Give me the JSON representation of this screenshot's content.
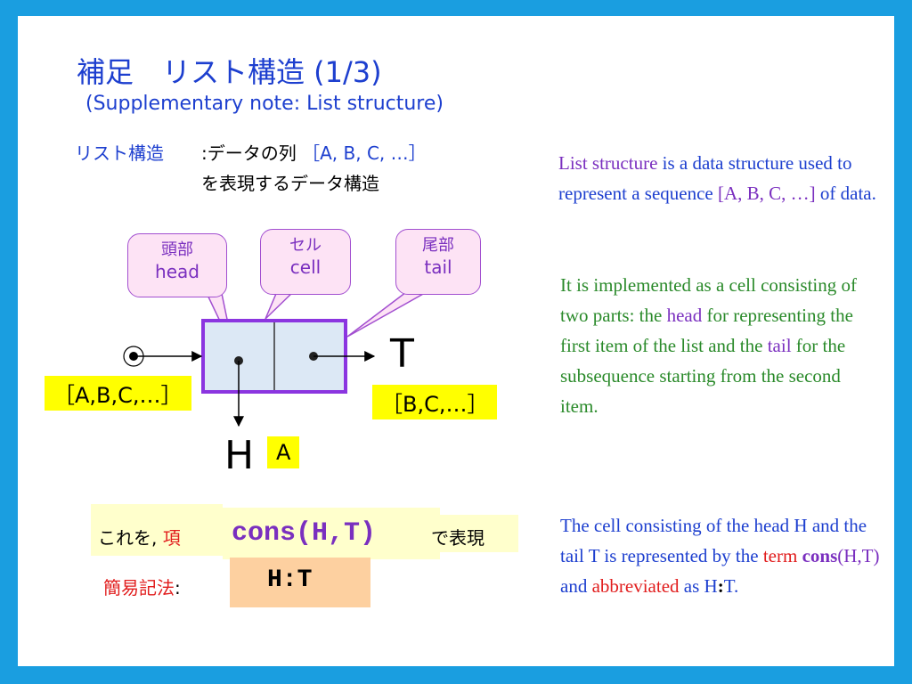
{
  "title": "補足　リスト構造 (1/3)",
  "subtitle": "(Supplementary note: List structure)",
  "definition": {
    "label": "リスト構造",
    "colon": ":",
    "line1_prefix": "データの列",
    "line1_seq": "［A, B, C, …］",
    "line2": "を表現するデータ構造"
  },
  "callouts": {
    "head_jp": "頭部",
    "head_en": "head",
    "cell_jp": "セル",
    "cell_en": "cell",
    "tail_jp": "尾部",
    "tail_en": "tail"
  },
  "diagram": {
    "full_list": "［A,B,C,…］",
    "tail_list": "［B,C,…］",
    "T": "T",
    "H": "H",
    "A": "A"
  },
  "cons": {
    "prefix": "これを,",
    "term": "項",
    "expr": "cons(H,T)",
    "suffix": "で表現",
    "short_label": "簡易記法",
    "short_colon": ":",
    "short_expr": "H:T"
  },
  "english": {
    "p1": {
      "a": "List structure",
      "b": " is a data structure used to represent a sequence ",
      "c": "[A, B, C, …]",
      "d": " of data."
    },
    "p2": {
      "a": "It is implemented as a cell consisting of two parts: the ",
      "head": "head",
      "b": " for representing the first item of the list and the ",
      "tail": "tail",
      "c": " for the subsequence starting from the second item."
    },
    "p3": {
      "a": "The cell consisting of the head H and the tail T is represented by the ",
      "term": "term",
      "sp": " ",
      "cons": "cons",
      "paren": "(H,T)",
      "and": " and ",
      "abbr": "abbreviated",
      "as": " as H",
      "colon": ":",
      "t": "T."
    }
  },
  "colors": {
    "frame": "#1a9ee0",
    "blue_text": "#1d3fcf",
    "purple": "#7a2fbf",
    "red": "#e11d1d",
    "cell_fill": "#dce8f5",
    "callout_fill": "#fde3f5"
  }
}
